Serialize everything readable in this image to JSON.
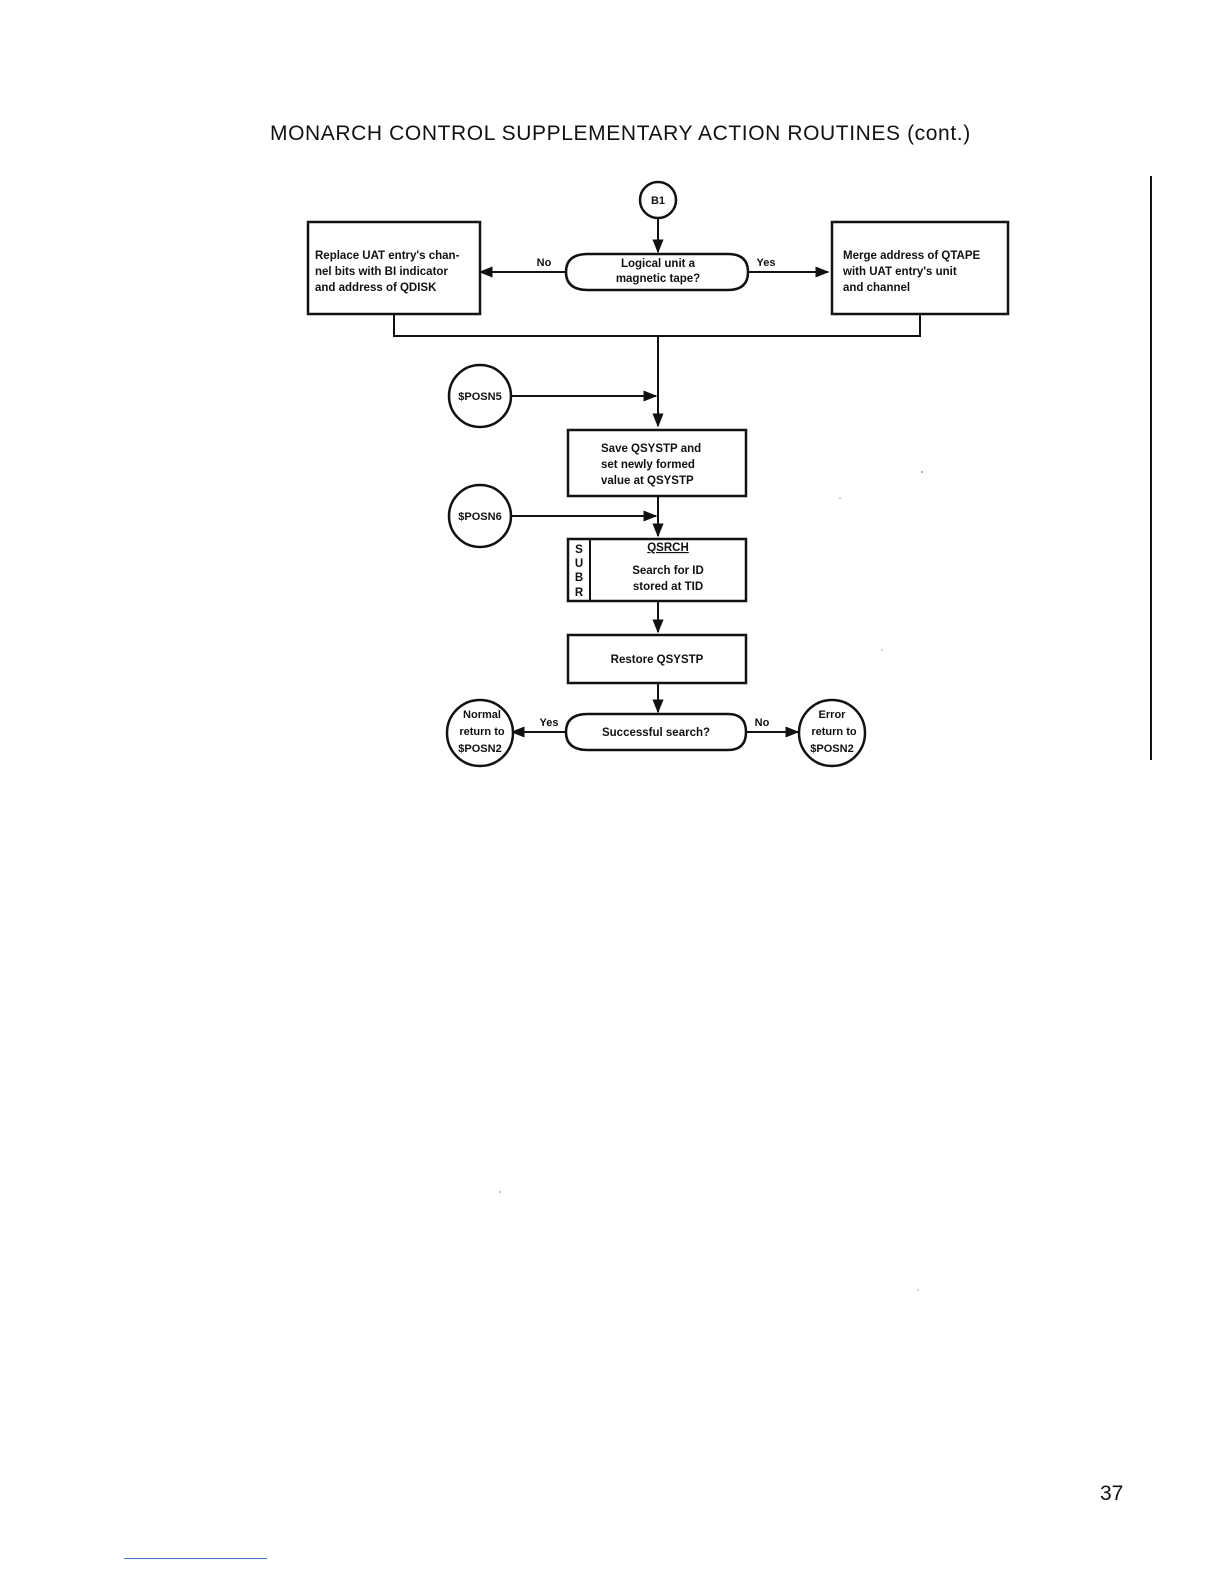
{
  "page": {
    "title": "MONARCH CONTROL SUPPLEMENTARY ACTION ROUTINES (cont.)",
    "page_number": "37"
  },
  "flowchart": {
    "entry_connector": "B1",
    "decision_magtape": {
      "line1": "Logical unit a",
      "line2": "magnetic tape?"
    },
    "no_label_top": "No",
    "yes_label_top": "Yes",
    "replace_box": {
      "line1": "Replace UAT entry's chan-",
      "line2": "nel bits with BI indicator",
      "line3": "and address of QDISK"
    },
    "merge_box": {
      "line1": "Merge address of QTAPE",
      "line2": "with UAT entry's unit",
      "line3": "and channel"
    },
    "connector_posn5": "$POSN5",
    "connector_posn6": "$POSN6",
    "save_box": {
      "line1": "Save QSYSTP and",
      "line2": "set newly formed",
      "line3": "value at QSYSTP"
    },
    "subroutine_box": {
      "side_letters": [
        "S",
        "U",
        "B",
        "R"
      ],
      "name": "QSRCH",
      "line1": "Search for ID",
      "line2": "stored at TID"
    },
    "restore_box": {
      "line1": "Restore QSYSTP"
    },
    "decision_search": {
      "line1": "Successful search?"
    },
    "yes_label_bottom": "Yes",
    "no_label_bottom": "No",
    "normal_return": {
      "line1": "Normal",
      "line2": "return to",
      "line3": "$POSN2"
    },
    "error_return": {
      "line1": "Error",
      "line2": "return to",
      "line3": "$POSN2"
    }
  }
}
